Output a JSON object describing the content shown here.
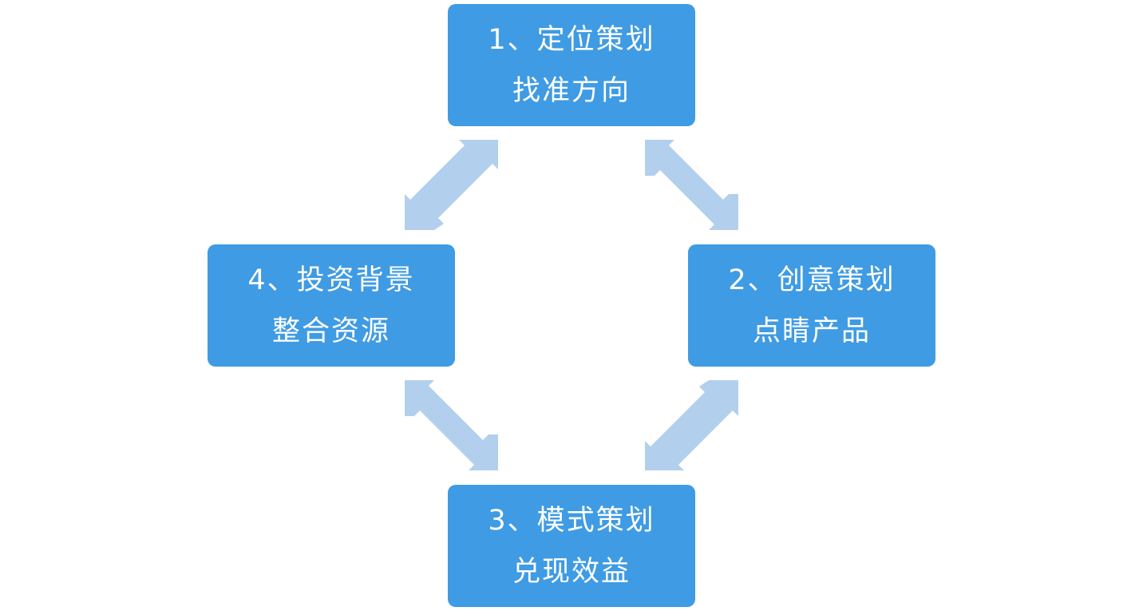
{
  "colors": {
    "box": "#3f9be3",
    "box_text": "#ffffff",
    "arrow": "#b3cfee",
    "background": "#ffffff"
  },
  "steps": [
    {
      "title": "1、定位策划",
      "subtitle": "找准方向"
    },
    {
      "title": "2、创意策划",
      "subtitle": "点睛产品"
    },
    {
      "title": "3、模式策划",
      "subtitle": "兑现效益"
    },
    {
      "title": "4、投资背景",
      "subtitle": "整合资源"
    }
  ],
  "arrows": [
    {
      "from": "1",
      "to": "2",
      "direction": "bidirectional"
    },
    {
      "from": "2",
      "to": "3",
      "direction": "bidirectional"
    },
    {
      "from": "3",
      "to": "4",
      "direction": "bidirectional"
    },
    {
      "from": "4",
      "to": "1",
      "direction": "bidirectional"
    }
  ]
}
